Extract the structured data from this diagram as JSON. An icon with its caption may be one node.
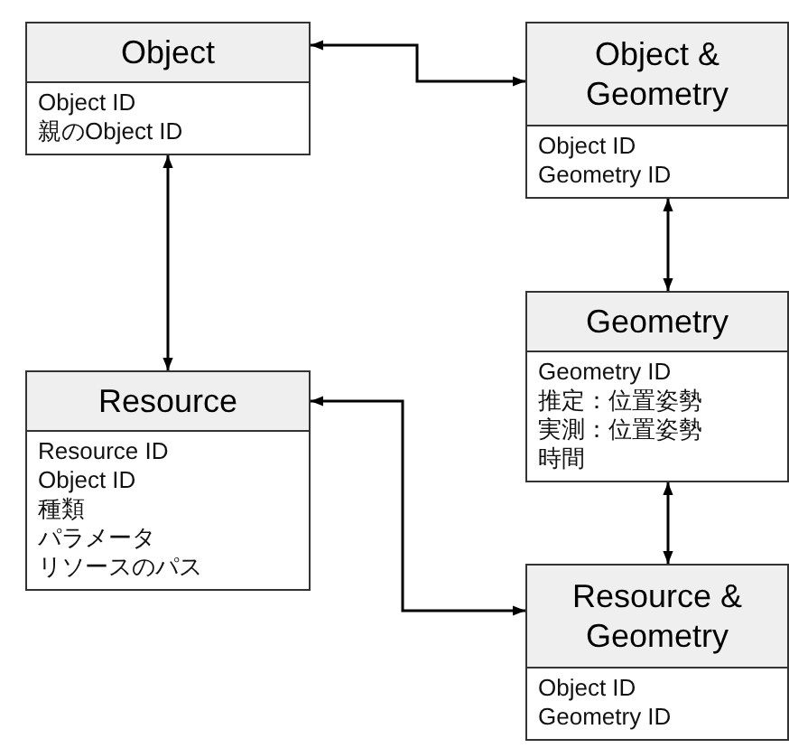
{
  "diagram": {
    "nodes": [
      {
        "text": [
          "Object",
          "Object ID",
          "親のObject ID"
        ]
      },
      {
        "text": [
          "Object & Geometry",
          "Object ID",
          "Geometry ID"
        ]
      },
      {
        "text": [
          "Geometry",
          "Geometry ID",
          "推定：位置姿勢",
          "実測：位置姿勢",
          "時間"
        ]
      },
      {
        "text": [
          "Resource",
          "Resource ID",
          "Object ID",
          "種類",
          "パラメータ",
          "リソースのパス"
        ]
      },
      {
        "text": [
          "Resource & Geometry",
          "Object ID",
          "Geometry ID"
        ]
      }
    ],
    "edges": [
      {
        "from": 0,
        "to": 1,
        "arrow": "both"
      },
      {
        "from": 0,
        "to": 3,
        "arrow": "both"
      },
      {
        "from": 1,
        "to": 2,
        "arrow": "both"
      },
      {
        "from": 2,
        "to": 4,
        "arrow": "both"
      },
      {
        "from": 3,
        "to": 4,
        "arrow": "both"
      }
    ]
  }
}
